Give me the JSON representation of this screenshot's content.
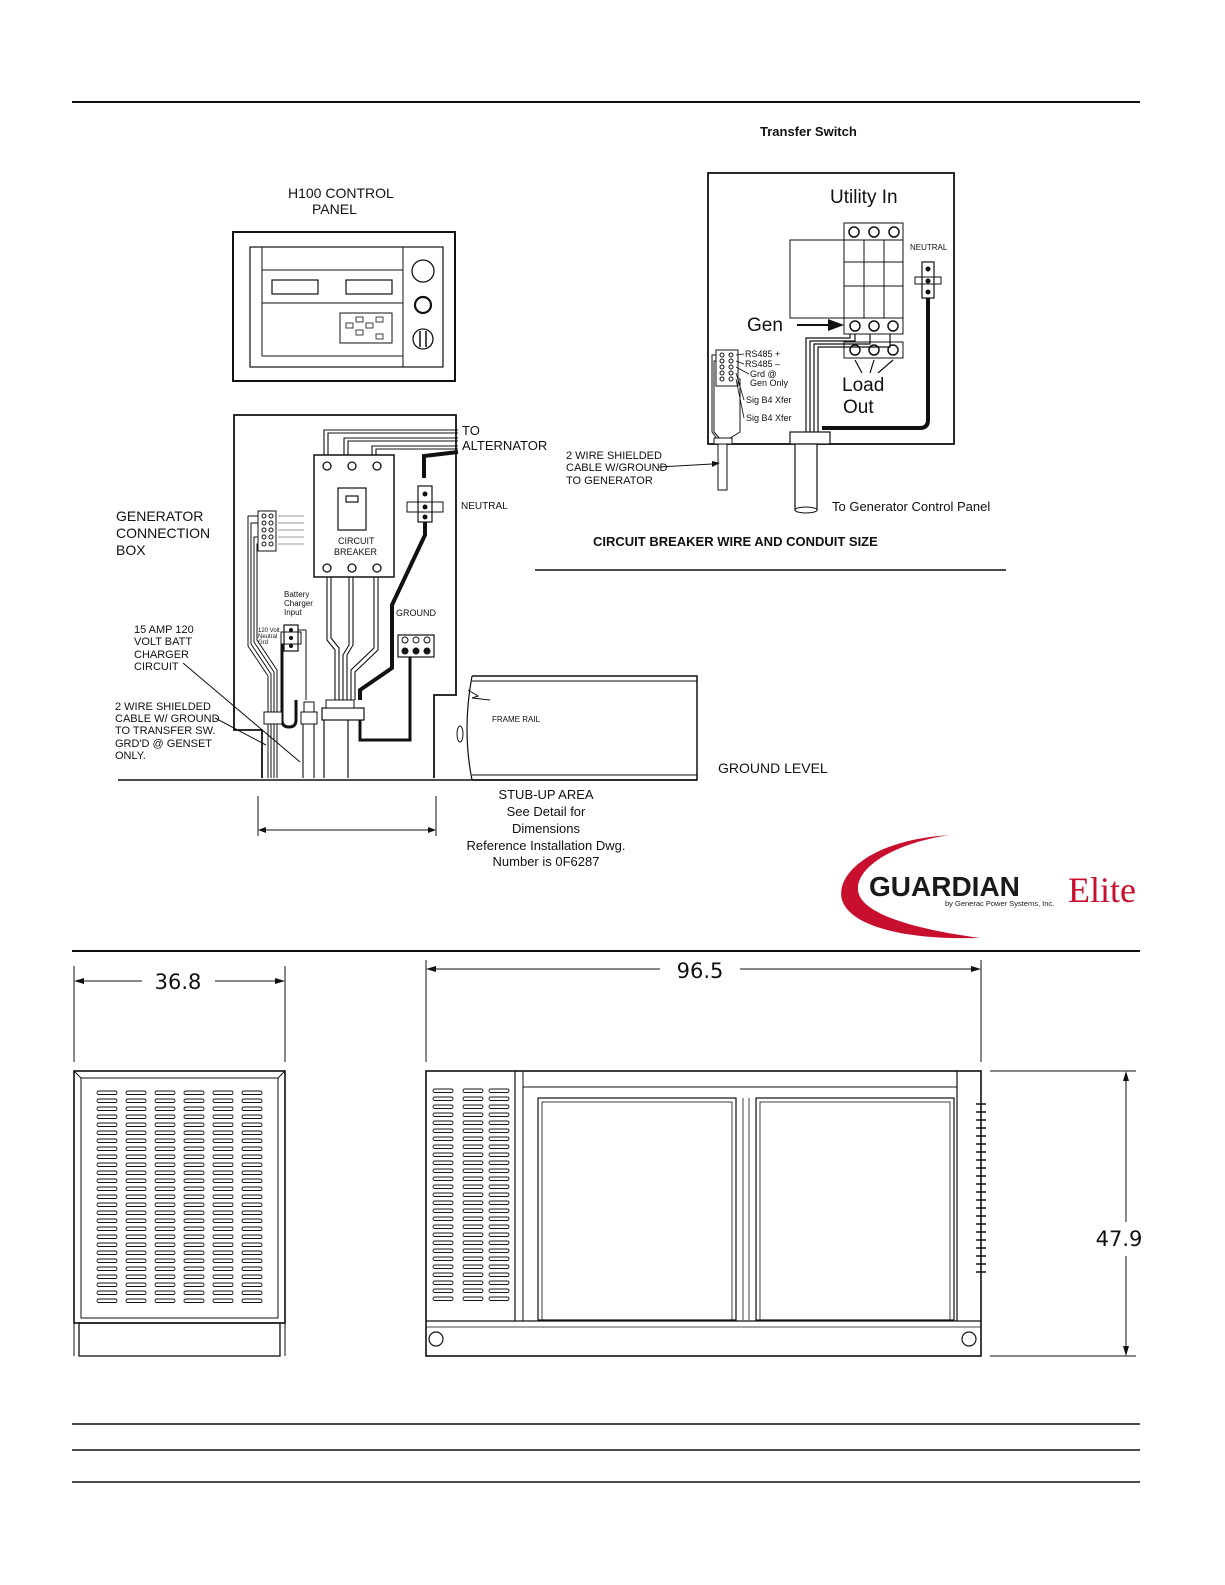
{
  "wiring_diagram": {
    "control_panel_label_1": "H100   CONTROL",
    "control_panel_label_2": "PANEL",
    "transfer_switch_title": "Transfer Switch",
    "utility_in": "Utility In",
    "neutral_ts": "NEUTRAL",
    "gen_label": "Gen",
    "load_out_1": "Load",
    "load_out_2": "Out",
    "terminal_labels": [
      "RS485 +",
      "RS485 –",
      "Grd @",
      "Gen Only",
      "Sig B4 Xfer",
      "Sig B4 Xfer"
    ],
    "shielded_to_gen": [
      "2 WIRE SHIELDED",
      "CABLE W/GROUND",
      "TO GENERATOR"
    ],
    "to_gen_control_panel": "To Generator Control Panel",
    "circuit_breaker_section_title": "CIRCUIT BREAKER WIRE AND CONDUIT SIZE",
    "to_alternator_1": "TO",
    "to_alternator_2": "ALTERNATOR",
    "neutral_gcb": "NEUTRAL",
    "circuit_breaker_1": "CIRCUIT",
    "circuit_breaker_2": "BREAKER",
    "gen_connection_box": [
      "GENERATOR",
      "CONNECTION",
      "BOX"
    ],
    "battery_charger_input": [
      "Battery",
      "Charger",
      "Input"
    ],
    "volt_labels": [
      "120 Volt",
      "Neutral",
      "Grd"
    ],
    "ground_label": "GROUND",
    "batt_charger_circuit": [
      "15 AMP 120",
      "VOLT BATT",
      "CHARGER",
      "CIRCUIT"
    ],
    "shielded_to_ts": [
      "2 WIRE SHIELDED",
      "CABLE W/ GROUND",
      "TO TRANSFER SW.",
      "GRD'D @ GENSET",
      "ONLY."
    ],
    "frame_rail": "FRAME RAIL",
    "ground_level": "GROUND LEVEL",
    "stub_up_area": [
      "STUB-UP AREA",
      "See Detail for",
      "Dimensions",
      "Reference Installation Dwg.",
      "Number is 0F6287"
    ]
  },
  "logo": {
    "brand": "GUARDIAN",
    "brand_suffix": "Elite",
    "tagline": "by Generac Power Systems, Inc.",
    "brand_color": "#1a1a1a",
    "accent_color": "#c8102e"
  },
  "dimensions": {
    "width_side": "36.8",
    "length_front": "96.5",
    "height": "47.9"
  }
}
